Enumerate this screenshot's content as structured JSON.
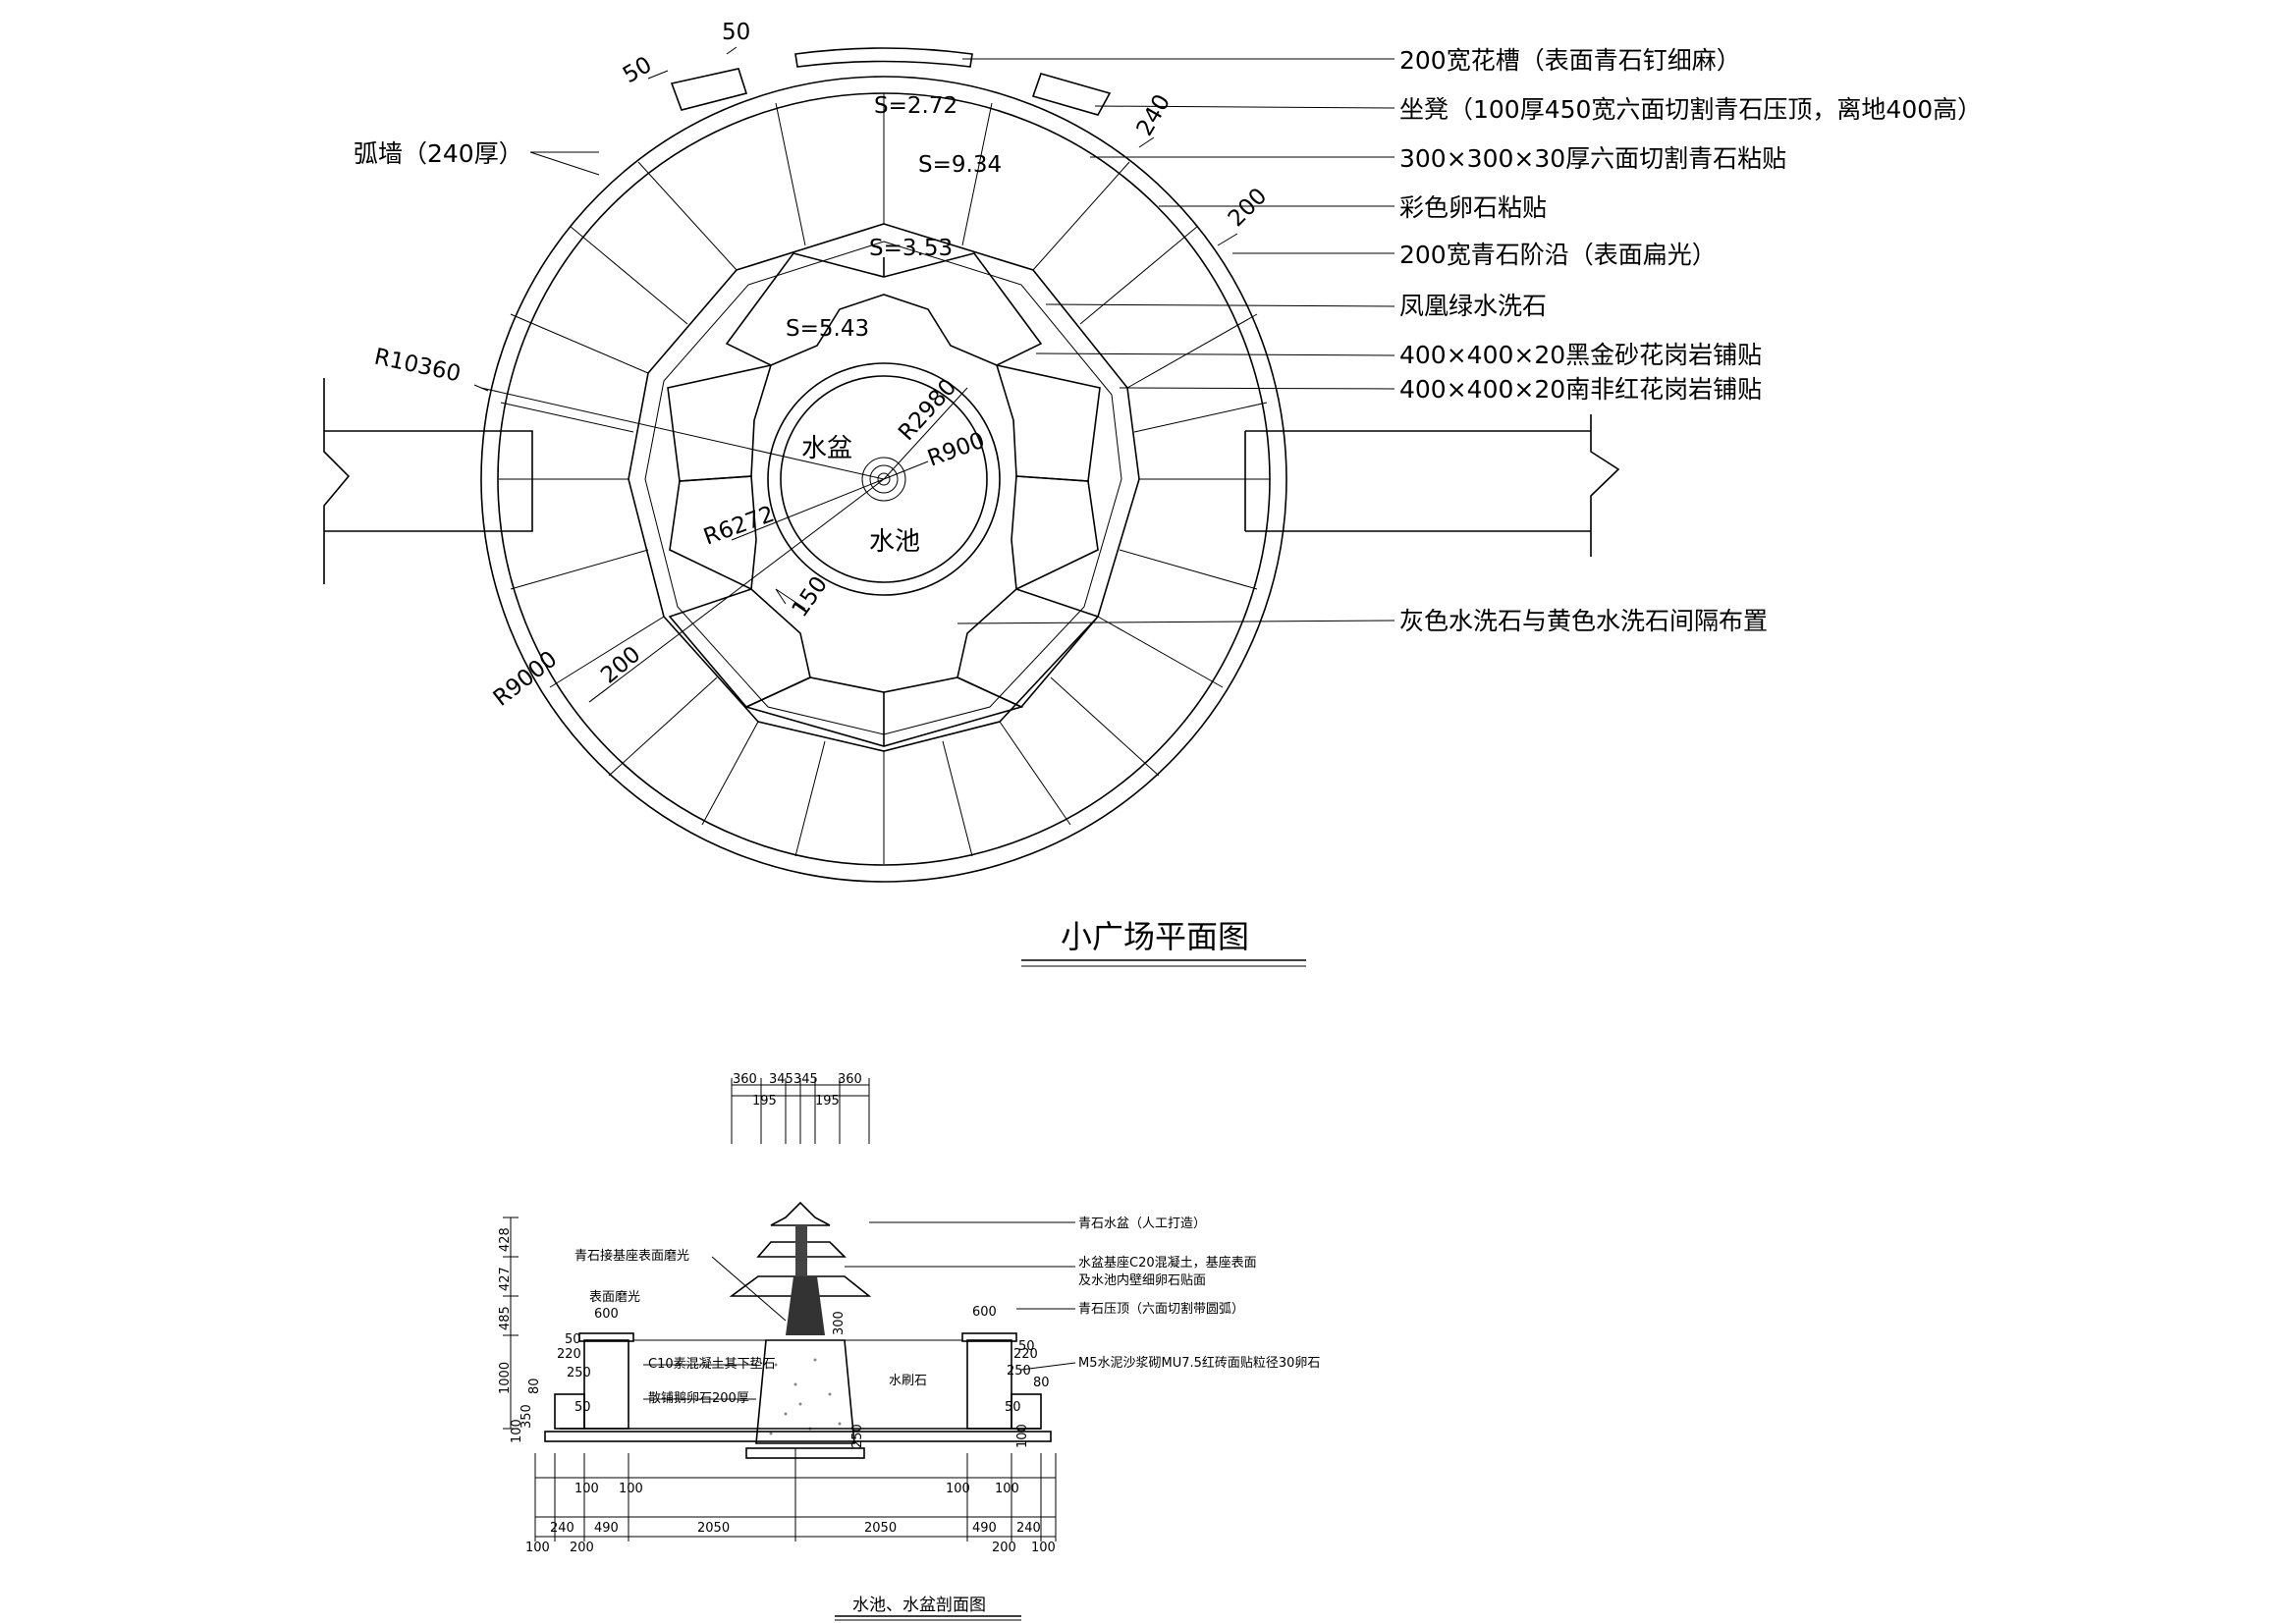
{
  "plan": {
    "title": "小广场平面图",
    "notes_right": [
      "200宽花槽（表面青石钉细麻）",
      "坐凳（100厚450宽六面切割青石压顶，离地400高）",
      "300×300×30厚六面切割青石粘贴",
      "彩色卵石粘贴",
      "200宽青石阶沿（表面扁光）",
      "凤凰绿水洗石",
      "400×400×20黑金砂花岗岩铺贴",
      "400×400×20南非红花岗岩铺贴",
      "灰色水洗石与黄色水洗石间隔布置"
    ],
    "note_left": "弧墙（240厚）",
    "areas": [
      "S=2.72",
      "S=9.34",
      "S=3.53",
      "S=5.43"
    ],
    "labels": [
      "水盆",
      "水池"
    ],
    "radii": [
      "R10360",
      "R2980",
      "R900",
      "R6272",
      "R9000"
    ],
    "dims": [
      "50",
      "50",
      "240",
      "200",
      "150",
      "200"
    ]
  },
  "section": {
    "title": "水池、水盆剖面图",
    "notes_right": [
      "青石水盆（人工打造）",
      "水盆基座C20混凝土，基座表面",
      "及水池内壁细卵石贴面",
      "青石压顶（六面切割带圆弧）",
      "M5水泥沙浆砌MU7.5红砖面贴粒径30卵石"
    ],
    "notes_left": [
      "青石接基座表面磨光",
      "表面磨光",
      "C10素混凝土其下垫石",
      "散铺鹅卵石200厚"
    ],
    "label_pool_stone": "水刷石",
    "top_dims": [
      "360",
      "345",
      "345",
      "360"
    ],
    "top_sub_dims": [
      "195",
      "195"
    ],
    "left_dims": [
      "428",
      "427",
      "485",
      "1000"
    ],
    "small_dims": [
      "600",
      "600",
      "50",
      "220",
      "250",
      "80",
      "50",
      "350",
      "100",
      "80",
      "50",
      "220",
      "250",
      "50",
      "100",
      "300",
      "250"
    ],
    "bottom_row1": [
      "100",
      "100",
      "100",
      "100"
    ],
    "bottom_row2": [
      "240",
      "490",
      "2050",
      "2050",
      "490",
      "240"
    ],
    "bottom_row3": [
      "100",
      "200",
      "200",
      "100"
    ]
  }
}
